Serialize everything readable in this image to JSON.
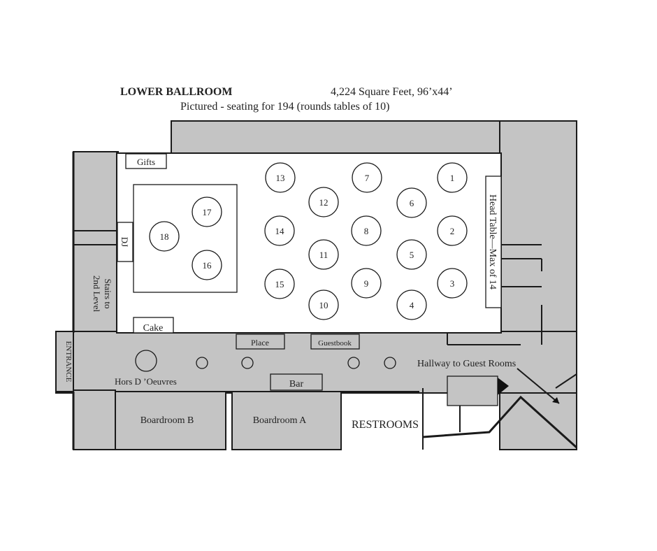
{
  "header": {
    "title": "LOWER BALLROOM",
    "size": "4,224 Square Feet, 96’x44’",
    "subtitle": "Pictured - seating for 194 (rounds tables of 10)"
  },
  "labels": {
    "gifts": "Gifts",
    "dj": "DJ",
    "cake": "Cake",
    "stairs_line1": "Stairs to",
    "stairs_line2": "2nd Level",
    "entrance": "ENTRANCE",
    "place": "Place",
    "guestbook": "Guestbook",
    "hors": "Hors D ’Oeuvres",
    "bar": "Bar",
    "hallway": "Hallway to Guest Rooms",
    "head_table": "Head Table—Max of 14",
    "boardroom_b": "Boardroom B",
    "boardroom_a": "Boardroom A",
    "restrooms": "RESTROOMS"
  },
  "tables": [
    "1",
    "2",
    "3",
    "4",
    "5",
    "6",
    "7",
    "8",
    "9",
    "10",
    "11",
    "12",
    "13",
    "14",
    "15",
    "16",
    "17",
    "18"
  ]
}
